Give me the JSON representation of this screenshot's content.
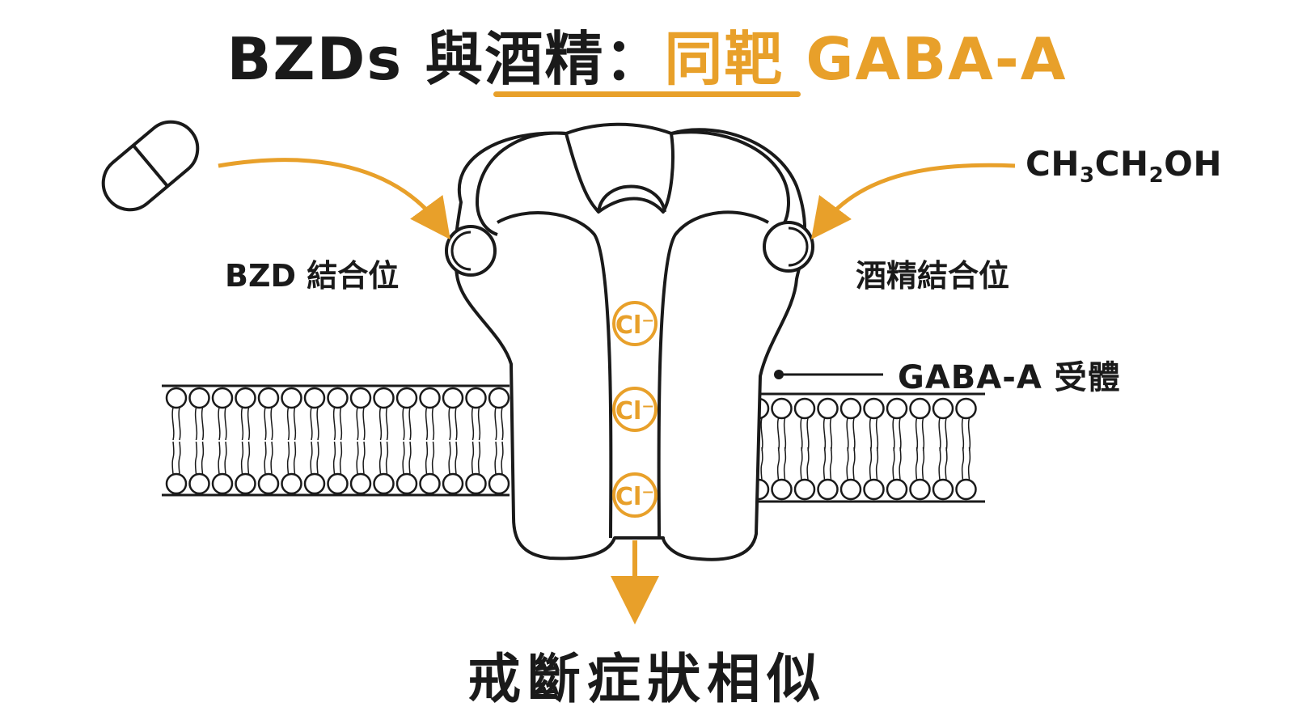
{
  "title": {
    "prefix": "BZDs 與酒精：",
    "highlight": "同靶 GABA-A"
  },
  "labels": {
    "bzd_site": "BZD 結合位",
    "alcohol_site": "酒精結合位",
    "receptor": "GABA-A 受體",
    "outcome": "戒斷症狀相似"
  },
  "formula": {
    "parts": [
      "CH",
      "3",
      "CH",
      "2",
      "OH"
    ]
  },
  "ions": [
    "Cl⁻",
    "Cl⁻",
    "Cl⁻"
  ],
  "icons": {
    "pill": "capsule-icon"
  },
  "colors": {
    "accent": "#E8A02A",
    "ink": "#1a1a1a",
    "background": "#ffffff"
  }
}
